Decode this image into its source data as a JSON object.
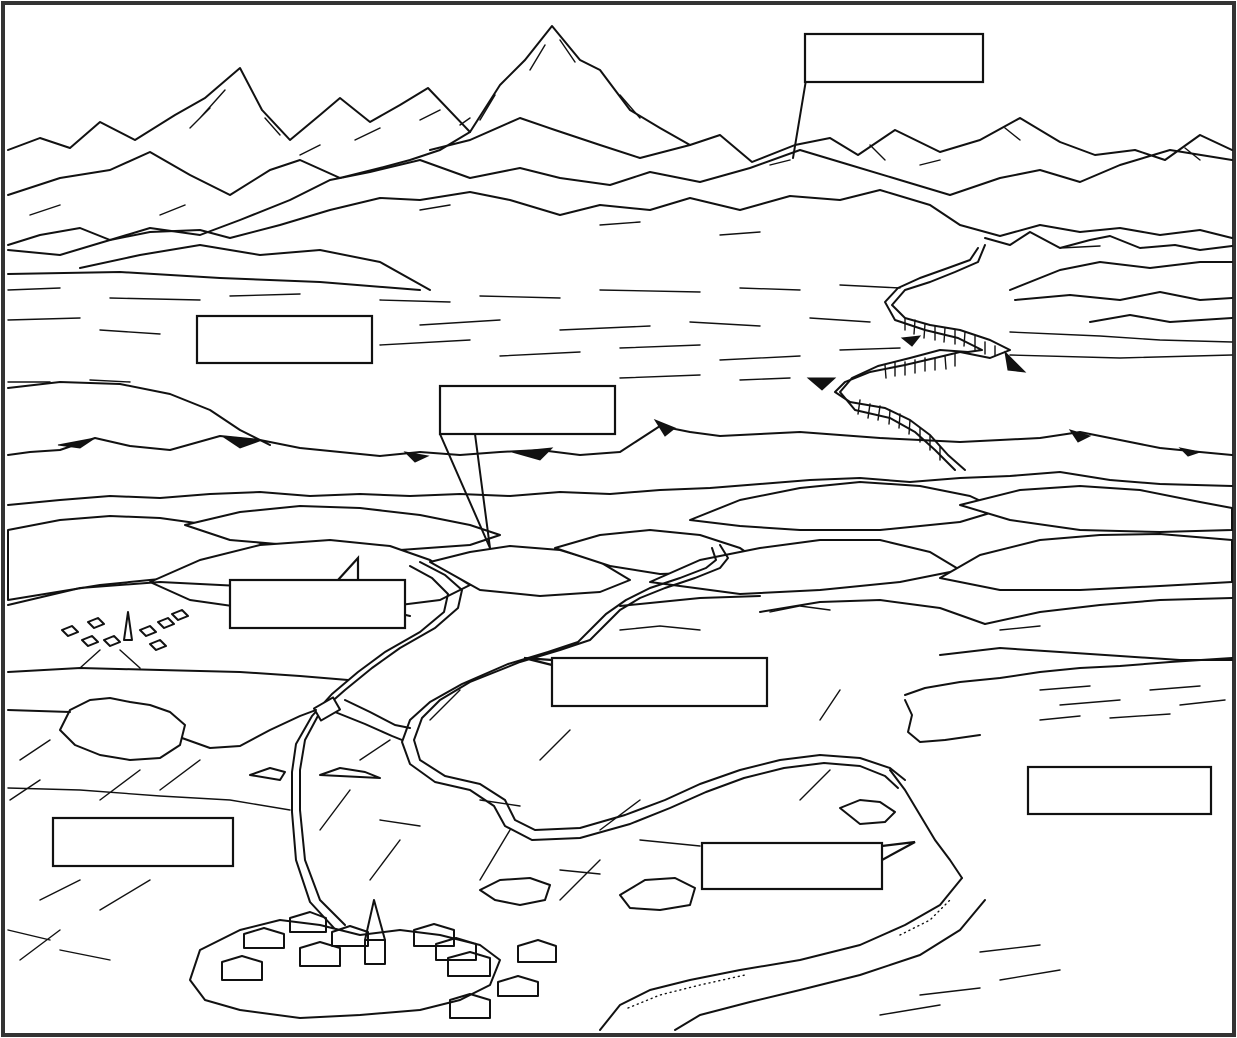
{
  "figure": {
    "border_color": "#333333",
    "ink_color": "#111111",
    "background": "#ffffff"
  },
  "labels": [
    {
      "id": "mountain-peak",
      "text": ""
    },
    {
      "id": "high-plateau",
      "text": ""
    },
    {
      "id": "escarpment-cliff",
      "text": ""
    },
    {
      "id": "hills-left",
      "text": ""
    },
    {
      "id": "river-meander",
      "text": ""
    },
    {
      "id": "sea",
      "text": ""
    },
    {
      "id": "plain-left",
      "text": ""
    },
    {
      "id": "valley-floor",
      "text": ""
    }
  ]
}
